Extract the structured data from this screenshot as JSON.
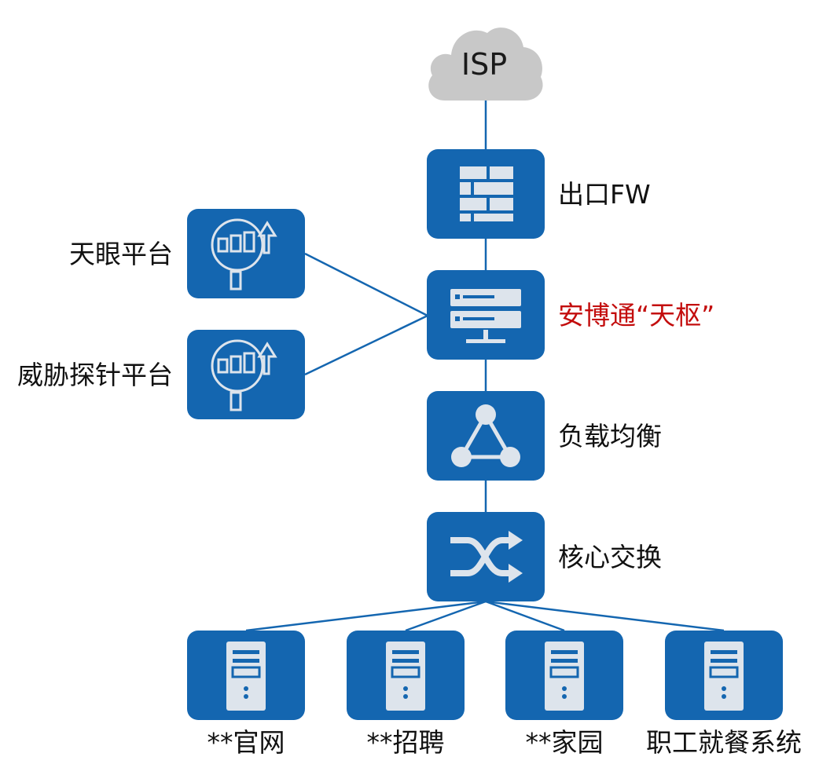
{
  "cloud": {
    "label": "ISP"
  },
  "nodes": {
    "firewall": {
      "label": "出口FW"
    },
    "tianshu": {
      "label": "安博通“天枢”"
    },
    "load_balancer": {
      "label": "负载均衡"
    },
    "core_switch": {
      "label": "核心交换"
    },
    "tianyan": {
      "label": "天眼平台"
    },
    "threat_probe": {
      "label": "威胁探针平台"
    },
    "servers": [
      {
        "label": "**官网"
      },
      {
        "label": "**招聘"
      },
      {
        "label": "**家园"
      },
      {
        "label": "职工就餐系统"
      }
    ]
  },
  "colors": {
    "node_fill": "#1466b0",
    "link": "#1466b0",
    "icon": "#dde4ec",
    "highlight_text": "#c30d0d",
    "cloud": "#c8c8c8"
  }
}
